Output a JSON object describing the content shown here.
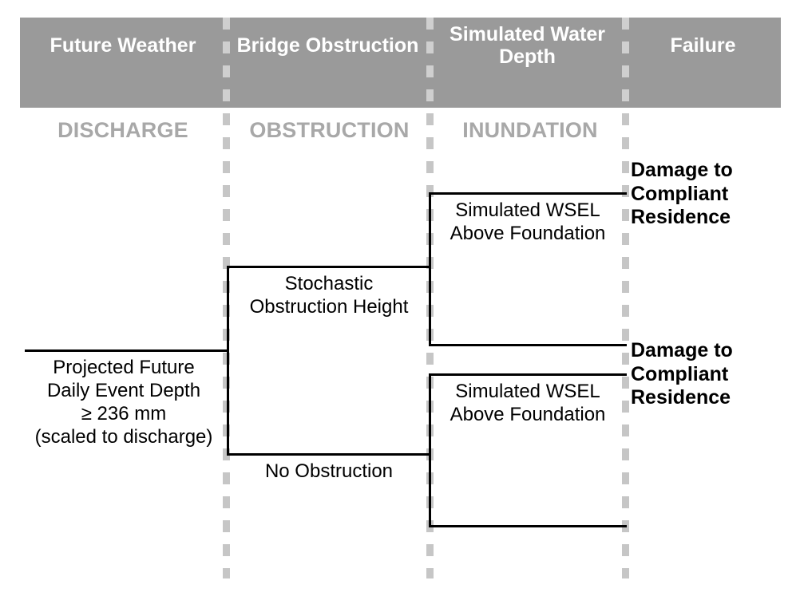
{
  "header": {
    "columns": [
      {
        "label": "Future\nWeather",
        "stage": "DISCHARGE"
      },
      {
        "label": "Bridge\nObstruction",
        "stage": "OBSTRUCTION"
      },
      {
        "label": "Simulated\nWater Depth",
        "stage": "INUNDATION"
      },
      {
        "label": "Failure",
        "stage": ""
      }
    ],
    "band_color": "#9a9a9a",
    "band_text_color": "#ffffff",
    "stage_text_color": "#a8a8a8",
    "divider_color": "#c6c6c6"
  },
  "tree": {
    "root": {
      "label": "Projected Future\nDaily Event Depth\n≥ 236 mm\n(scaled to discharge)"
    },
    "obstruction_branches": [
      {
        "label": "Stochastic\nObstruction Height"
      },
      {
        "label": "No Obstruction"
      }
    ],
    "inundation_branches": [
      {
        "label": "Simulated WSEL\nAbove Foundation"
      },
      {
        "label": "Simulated WSEL\nAbove Foundation"
      }
    ],
    "failure_outcomes": [
      {
        "label": "Damage to\nCompliant\nResidence"
      },
      {
        "label": "Damage to\nCompliant\nResidence"
      }
    ],
    "line_color": "#000000"
  }
}
